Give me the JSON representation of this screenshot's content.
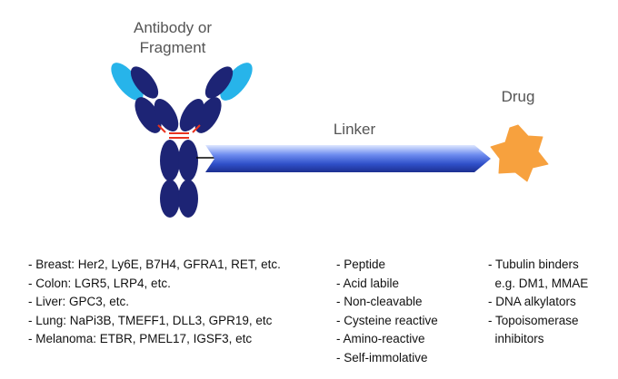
{
  "diagram": {
    "antibody_label": [
      "Antibody or",
      "Fragment"
    ],
    "linker_label": "Linker",
    "drug_label": "Drug",
    "colors": {
      "dark_domain": "#1d2475",
      "light_domain": "#27b4ea",
      "disulfide": "#e8321f",
      "linker_blue": "#3a5fd4",
      "drug_orange": "#f7a13e"
    }
  },
  "lists": {
    "targets": [
      "- Breast: Her2, Ly6E, B7H4, GFRA1, RET, etc.",
      "- Colon: LGR5, LRP4, etc.",
      "- Liver: GPC3, etc.",
      "- Lung: NaPi3B, TMEFF1, DLL3, GPR19, etc",
      "- Melanoma: ETBR, PMEL17, IGSF3, etc"
    ],
    "linkers": [
      "- Peptide",
      "- Acid labile",
      "- Non-cleavable",
      "- Cysteine reactive",
      "- Amino-reactive",
      "- Self-immolative"
    ],
    "drugs": [
      "- Tubulin binders",
      "  e.g. DM1, MMAE",
      "- DNA alkylators",
      "- Topoisomerase",
      "  inhibitors"
    ]
  }
}
